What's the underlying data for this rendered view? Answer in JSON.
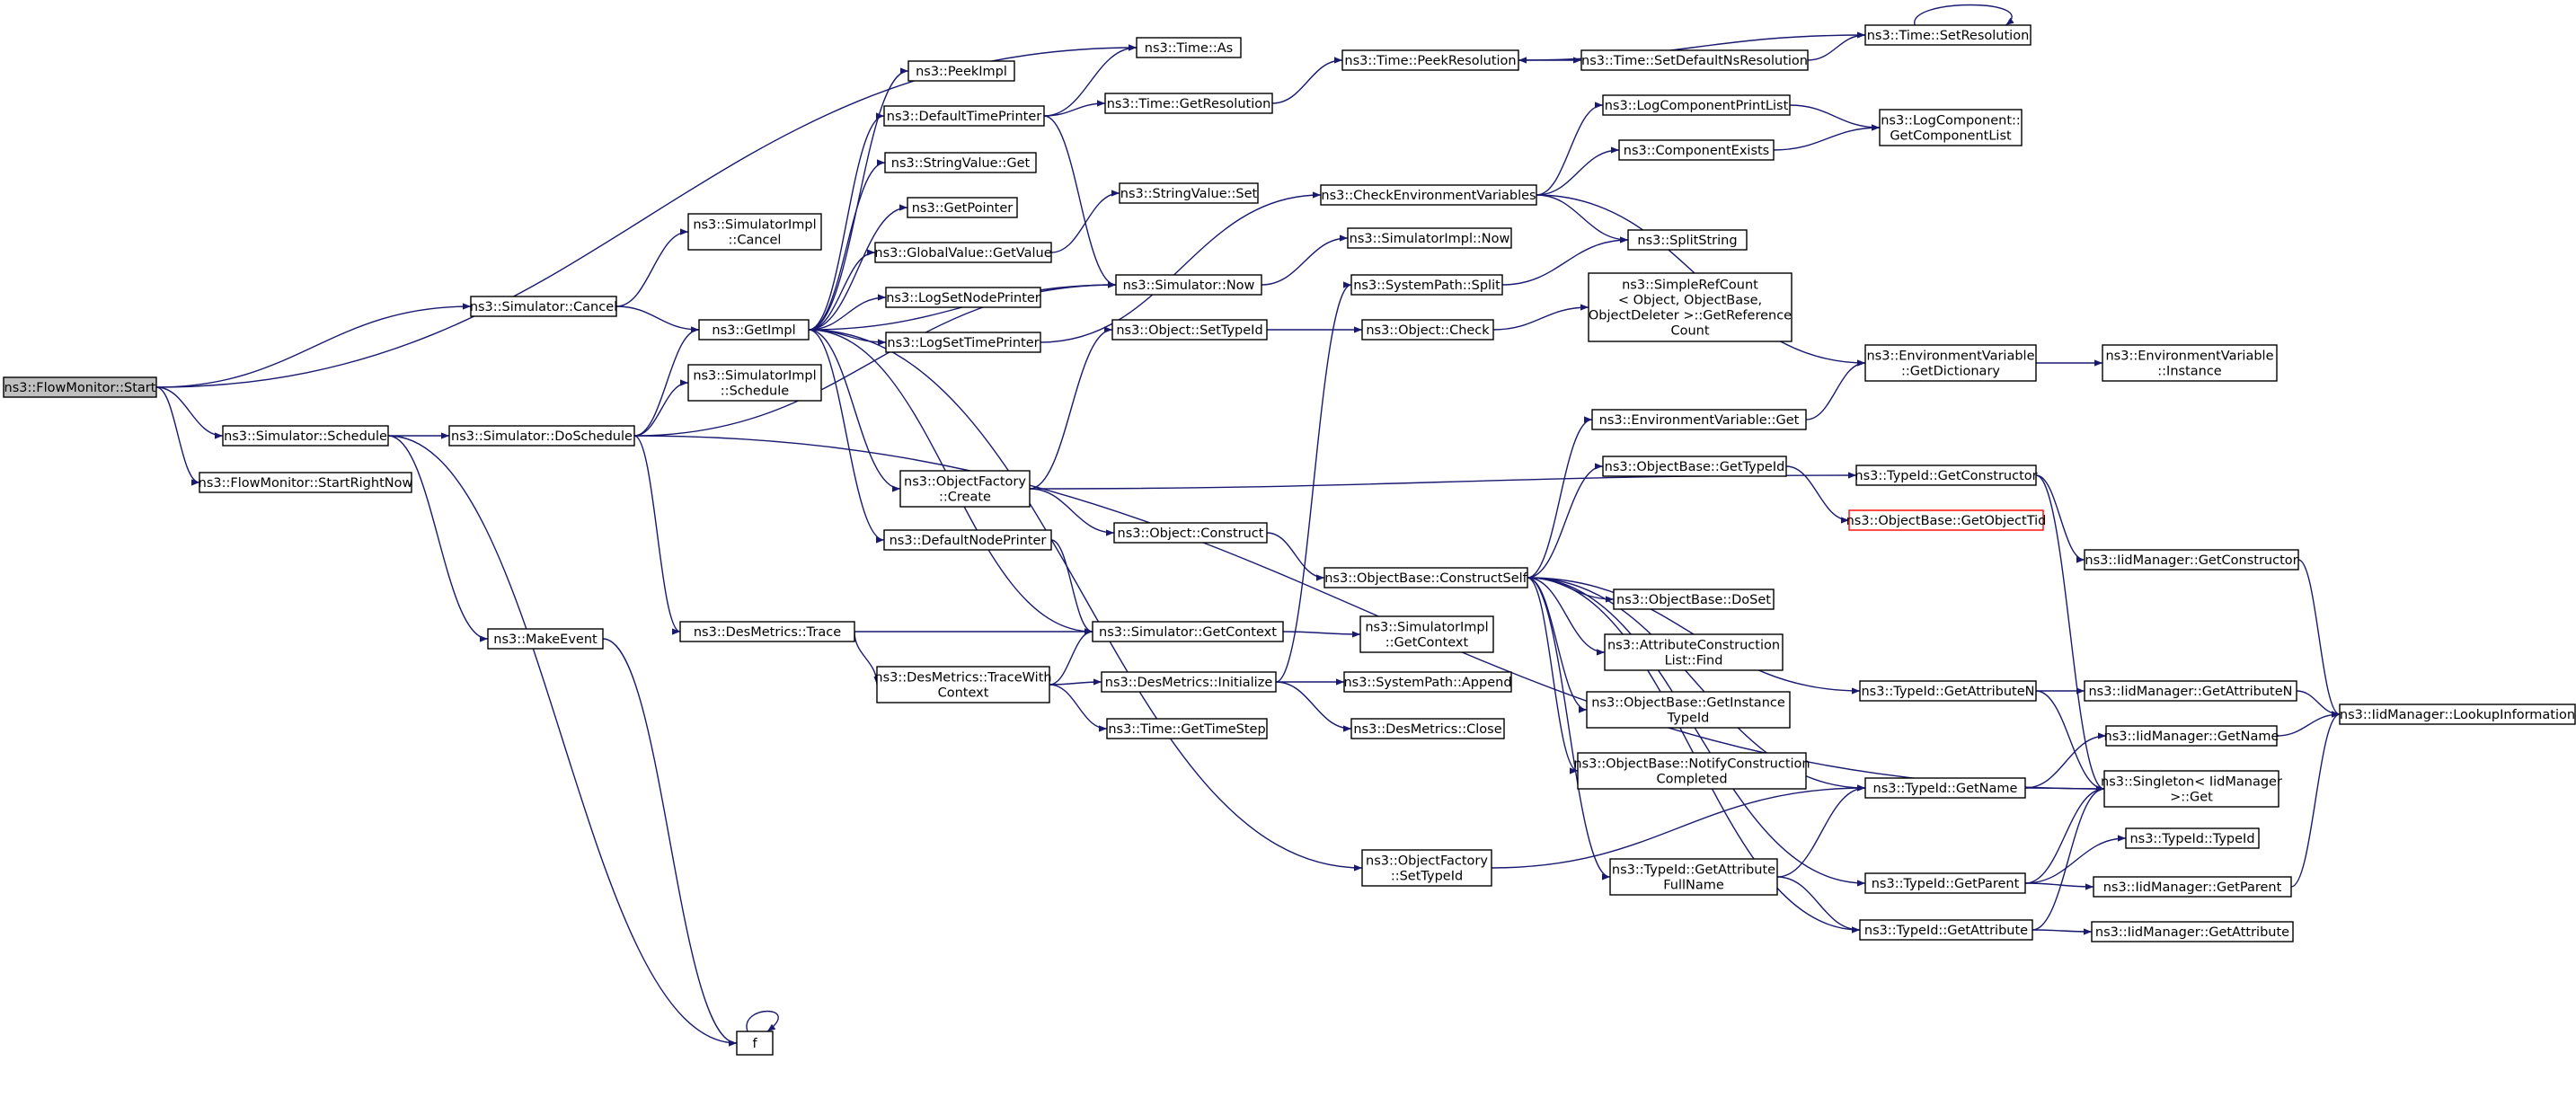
{
  "colors": {
    "edge": "#191970",
    "node_border": "#000000",
    "root_fill": "#bfbfbf",
    "missing_border": "#ff0000"
  },
  "nodes": [
    {
      "id": "start",
      "label": [
        "ns3::FlowMonitor::Start"
      ]
    },
    {
      "id": "sim_cancel",
      "label": [
        "ns3::Simulator::Cancel"
      ]
    },
    {
      "id": "sim_schedule",
      "label": [
        "ns3::Simulator::Schedule"
      ]
    },
    {
      "id": "startrightnow",
      "label": [
        "ns3::FlowMonitor::StartRightNow"
      ]
    },
    {
      "id": "makeevent",
      "label": [
        "ns3::MakeEvent"
      ]
    },
    {
      "id": "f",
      "label": [
        "f"
      ]
    },
    {
      "id": "simimpl_cancel",
      "label": [
        "ns3::SimulatorImpl",
        "::Cancel"
      ]
    },
    {
      "id": "getimpl",
      "label": [
        "ns3::GetImpl"
      ]
    },
    {
      "id": "simimpl_schedule",
      "label": [
        "ns3::SimulatorImpl",
        "::Schedule"
      ]
    },
    {
      "id": "doschedule",
      "label": [
        "ns3::Simulator::DoSchedule"
      ]
    },
    {
      "id": "desm_trace",
      "label": [
        "ns3::DesMetrics::Trace"
      ]
    },
    {
      "id": "desm_tracewith",
      "label": [
        "ns3::DesMetrics::TraceWith",
        "Context"
      ]
    },
    {
      "id": "peekimpl",
      "label": [
        "ns3::PeekImpl"
      ]
    },
    {
      "id": "deftimeprinter",
      "label": [
        "ns3::DefaultTimePrinter"
      ]
    },
    {
      "id": "stringvalue_get",
      "label": [
        "ns3::StringValue::Get"
      ]
    },
    {
      "id": "getpointer",
      "label": [
        "ns3::GetPointer"
      ]
    },
    {
      "id": "globalvalue_get",
      "label": [
        "ns3::GlobalValue::GetValue"
      ]
    },
    {
      "id": "logsetnode",
      "label": [
        "ns3::LogSetNodePrinter"
      ]
    },
    {
      "id": "logsettime",
      "label": [
        "ns3::LogSetTimePrinter"
      ]
    },
    {
      "id": "objfactory_create",
      "label": [
        "ns3::ObjectFactory",
        "::Create"
      ]
    },
    {
      "id": "defnodeprinter",
      "label": [
        "ns3::DefaultNodePrinter"
      ]
    },
    {
      "id": "time_as",
      "label": [
        "ns3::Time::As"
      ]
    },
    {
      "id": "time_getres",
      "label": [
        "ns3::Time::GetResolution"
      ]
    },
    {
      "id": "stringvalue_set",
      "label": [
        "ns3::StringValue::Set"
      ]
    },
    {
      "id": "sim_now",
      "label": [
        "ns3::Simulator::Now"
      ]
    },
    {
      "id": "obj_settypeid",
      "label": [
        "ns3::Object::SetTypeId"
      ]
    },
    {
      "id": "obj_construct",
      "label": [
        "ns3::Object::Construct"
      ]
    },
    {
      "id": "sim_getcontext",
      "label": [
        "ns3::Simulator::GetContext"
      ]
    },
    {
      "id": "desm_init",
      "label": [
        "ns3::DesMetrics::Initialize"
      ]
    },
    {
      "id": "time_gettimestep",
      "label": [
        "ns3::Time::GetTimeStep"
      ]
    },
    {
      "id": "time_peekres",
      "label": [
        "ns3::Time::PeekResolution"
      ]
    },
    {
      "id": "checkenv",
      "label": [
        "ns3::CheckEnvironmentVariables"
      ]
    },
    {
      "id": "simimpl_now",
      "label": [
        "ns3::SimulatorImpl::Now"
      ]
    },
    {
      "id": "syspath_split",
      "label": [
        "ns3::SystemPath::Split"
      ]
    },
    {
      "id": "obj_check",
      "label": [
        "ns3::Object::Check"
      ]
    },
    {
      "id": "objbase_constructself",
      "label": [
        "ns3::ObjectBase::ConstructSelf"
      ]
    },
    {
      "id": "simimpl_getcontext",
      "label": [
        "ns3::SimulatorImpl",
        "::GetContext"
      ]
    },
    {
      "id": "syspath_append",
      "label": [
        "ns3::SystemPath::Append"
      ]
    },
    {
      "id": "desm_close",
      "label": [
        "ns3::DesMetrics::Close"
      ]
    },
    {
      "id": "objfactory_settypeid",
      "label": [
        "ns3::ObjectFactory",
        "::SetTypeId"
      ]
    },
    {
      "id": "time_setdefns",
      "label": [
        "ns3::Time::SetDefaultNsResolution"
      ]
    },
    {
      "id": "logcomp_printlist",
      "label": [
        "ns3::LogComponentPrintList"
      ]
    },
    {
      "id": "compexists",
      "label": [
        "ns3::ComponentExists"
      ]
    },
    {
      "id": "splitstring",
      "label": [
        "ns3::SplitString"
      ]
    },
    {
      "id": "simplerefcount",
      "label": [
        "ns3::SimpleRefCount",
        "< Object, ObjectBase,",
        "ObjectDeleter >::GetReference",
        "Count"
      ]
    },
    {
      "id": "envvar_get",
      "label": [
        "ns3::EnvironmentVariable::Get"
      ]
    },
    {
      "id": "objbase_gettypeid",
      "label": [
        "ns3::ObjectBase::GetTypeId"
      ]
    },
    {
      "id": "objbase_doset",
      "label": [
        "ns3::ObjectBase::DoSet"
      ]
    },
    {
      "id": "attrconstr_find",
      "label": [
        "ns3::AttributeConstruction",
        "List::Find"
      ]
    },
    {
      "id": "objbase_getinstance",
      "label": [
        "ns3::ObjectBase::GetInstance",
        "TypeId"
      ]
    },
    {
      "id": "objbase_notify",
      "label": [
        "ns3::ObjectBase::NotifyConstruction",
        "Completed"
      ]
    },
    {
      "id": "typeid_getattrfull",
      "label": [
        "ns3::TypeId::GetAttribute",
        "FullName"
      ]
    },
    {
      "id": "time_setres",
      "label": [
        "ns3::Time::SetResolution"
      ]
    },
    {
      "id": "logcomp_getlist",
      "label": [
        "ns3::LogComponent::",
        "GetComponentList"
      ]
    },
    {
      "id": "envvar_getdict",
      "label": [
        "ns3::EnvironmentVariable",
        "::GetDictionary"
      ]
    },
    {
      "id": "typeid_getconstructor",
      "label": [
        "ns3::TypeId::GetConstructor"
      ]
    },
    {
      "id": "objbase_getobjecttid",
      "label": [
        "ns3::ObjectBase::GetObjectTid"
      ]
    },
    {
      "id": "typeid_getattrn",
      "label": [
        "ns3::TypeId::GetAttributeN"
      ]
    },
    {
      "id": "typeid_getname",
      "label": [
        "ns3::TypeId::GetName"
      ]
    },
    {
      "id": "typeid_getparent",
      "label": [
        "ns3::TypeId::GetParent"
      ]
    },
    {
      "id": "typeid_getattribute",
      "label": [
        "ns3::TypeId::GetAttribute"
      ]
    },
    {
      "id": "envvar_instance",
      "label": [
        "ns3::EnvironmentVariable",
        "::Instance"
      ]
    },
    {
      "id": "iid_getconstructor",
      "label": [
        "ns3::IidManager::GetConstructor"
      ]
    },
    {
      "id": "iid_getattrn",
      "label": [
        "ns3::IidManager::GetAttributeN"
      ]
    },
    {
      "id": "iid_getname",
      "label": [
        "ns3::IidManager::GetName"
      ]
    },
    {
      "id": "singleton_get",
      "label": [
        "ns3::Singleton< IidManager",
        ">::Get"
      ]
    },
    {
      "id": "typeid_typeid",
      "label": [
        "ns3::TypeId::TypeId"
      ]
    },
    {
      "id": "iid_getparent",
      "label": [
        "ns3::IidManager::GetParent"
      ]
    },
    {
      "id": "iid_getattribute",
      "label": [
        "ns3::IidManager::GetAttribute"
      ]
    },
    {
      "id": "iid_lookup",
      "label": [
        "ns3::IidManager::LookupInformation"
      ]
    }
  ],
  "edges": [
    [
      "start",
      "time_as"
    ],
    [
      "start",
      "sim_cancel"
    ],
    [
      "start",
      "sim_schedule"
    ],
    [
      "start",
      "startrightnow"
    ],
    [
      "sim_cancel",
      "simimpl_cancel"
    ],
    [
      "sim_cancel",
      "getimpl"
    ],
    [
      "sim_schedule",
      "doschedule"
    ],
    [
      "sim_schedule",
      "makeevent"
    ],
    [
      "sim_schedule",
      "f"
    ],
    [
      "makeevent",
      "f"
    ],
    [
      "f",
      "f"
    ],
    [
      "getimpl",
      "peekimpl"
    ],
    [
      "getimpl",
      "deftimeprinter"
    ],
    [
      "getimpl",
      "stringvalue_get"
    ],
    [
      "getimpl",
      "getpointer"
    ],
    [
      "getimpl",
      "globalvalue_get"
    ],
    [
      "getimpl",
      "logsetnode"
    ],
    [
      "getimpl",
      "logsettime"
    ],
    [
      "getimpl",
      "objfactory_create"
    ],
    [
      "getimpl",
      "defnodeprinter"
    ],
    [
      "getimpl",
      "sim_now"
    ],
    [
      "getimpl",
      "sim_getcontext"
    ],
    [
      "getimpl",
      "objfactory_settypeid"
    ],
    [
      "doschedule",
      "getimpl"
    ],
    [
      "doschedule",
      "simimpl_schedule"
    ],
    [
      "doschedule",
      "sim_now"
    ],
    [
      "doschedule",
      "desm_trace"
    ],
    [
      "doschedule",
      "singleton_get"
    ],
    [
      "desm_trace",
      "sim_getcontext"
    ],
    [
      "desm_trace",
      "desm_tracewith"
    ],
    [
      "desm_tracewith",
      "sim_getcontext"
    ],
    [
      "desm_tracewith",
      "desm_init"
    ],
    [
      "desm_tracewith",
      "time_gettimestep"
    ],
    [
      "deftimeprinter",
      "time_as"
    ],
    [
      "deftimeprinter",
      "time_getres"
    ],
    [
      "deftimeprinter",
      "sim_now"
    ],
    [
      "time_getres",
      "time_peekres"
    ],
    [
      "time_peekres",
      "time_setdefns"
    ],
    [
      "time_setdefns",
      "time_setres"
    ],
    [
      "time_setres",
      "time_peekres"
    ],
    [
      "time_setres",
      "time_setres"
    ],
    [
      "globalvalue_get",
      "stringvalue_set"
    ],
    [
      "logsettime",
      "checkenv"
    ],
    [
      "objfactory_create",
      "obj_settypeid"
    ],
    [
      "objfactory_create",
      "obj_construct"
    ],
    [
      "objfactory_create",
      "typeid_getconstructor"
    ],
    [
      "defnodeprinter",
      "sim_getcontext"
    ],
    [
      "sim_now",
      "simimpl_now"
    ],
    [
      "obj_settypeid",
      "obj_check"
    ],
    [
      "obj_construct",
      "objbase_constructself"
    ],
    [
      "sim_getcontext",
      "simimpl_getcontext"
    ],
    [
      "desm_init",
      "syspath_split"
    ],
    [
      "desm_init",
      "syspath_append"
    ],
    [
      "desm_init",
      "desm_close"
    ],
    [
      "checkenv",
      "logcomp_printlist"
    ],
    [
      "checkenv",
      "compexists"
    ],
    [
      "checkenv",
      "splitstring"
    ],
    [
      "checkenv",
      "envvar_getdict"
    ],
    [
      "logcomp_printlist",
      "logcomp_getlist"
    ],
    [
      "compexists",
      "logcomp_getlist"
    ],
    [
      "syspath_split",
      "splitstring"
    ],
    [
      "obj_check",
      "simplerefcount"
    ],
    [
      "envvar_get",
      "envvar_getdict"
    ],
    [
      "envvar_getdict",
      "envvar_instance"
    ],
    [
      "objbase_constructself",
      "envvar_get"
    ],
    [
      "objbase_constructself",
      "objbase_gettypeid"
    ],
    [
      "objbase_constructself",
      "objbase_doset"
    ],
    [
      "objbase_constructself",
      "attrconstr_find"
    ],
    [
      "objbase_constructself",
      "objbase_getinstance"
    ],
    [
      "objbase_constructself",
      "objbase_notify"
    ],
    [
      "objbase_constructself",
      "typeid_getattrfull"
    ],
    [
      "objbase_constructself",
      "typeid_getattrn"
    ],
    [
      "objbase_constructself",
      "typeid_getname"
    ],
    [
      "objbase_constructself",
      "typeid_getparent"
    ],
    [
      "objbase_constructself",
      "typeid_getattribute"
    ],
    [
      "objbase_gettypeid",
      "objbase_getobjecttid"
    ],
    [
      "objfactory_settypeid",
      "typeid_getname"
    ],
    [
      "typeid_getattrfull",
      "typeid_getname"
    ],
    [
      "typeid_getattrfull",
      "typeid_getattribute"
    ],
    [
      "typeid_getconstructor",
      "iid_getconstructor"
    ],
    [
      "typeid_getconstructor",
      "singleton_get"
    ],
    [
      "typeid_getattrn",
      "iid_getattrn"
    ],
    [
      "typeid_getattrn",
      "singleton_get"
    ],
    [
      "typeid_getname",
      "iid_getname"
    ],
    [
      "typeid_getname",
      "singleton_get"
    ],
    [
      "typeid_getparent",
      "typeid_typeid"
    ],
    [
      "typeid_getparent",
      "iid_getparent"
    ],
    [
      "typeid_getparent",
      "singleton_get"
    ],
    [
      "typeid_getattribute",
      "iid_getattribute"
    ],
    [
      "typeid_getattribute",
      "singleton_get"
    ],
    [
      "iid_getconstructor",
      "iid_lookup"
    ],
    [
      "iid_getattrn",
      "iid_lookup"
    ],
    [
      "iid_getname",
      "iid_lookup"
    ],
    [
      "iid_getparent",
      "iid_lookup"
    ]
  ]
}
